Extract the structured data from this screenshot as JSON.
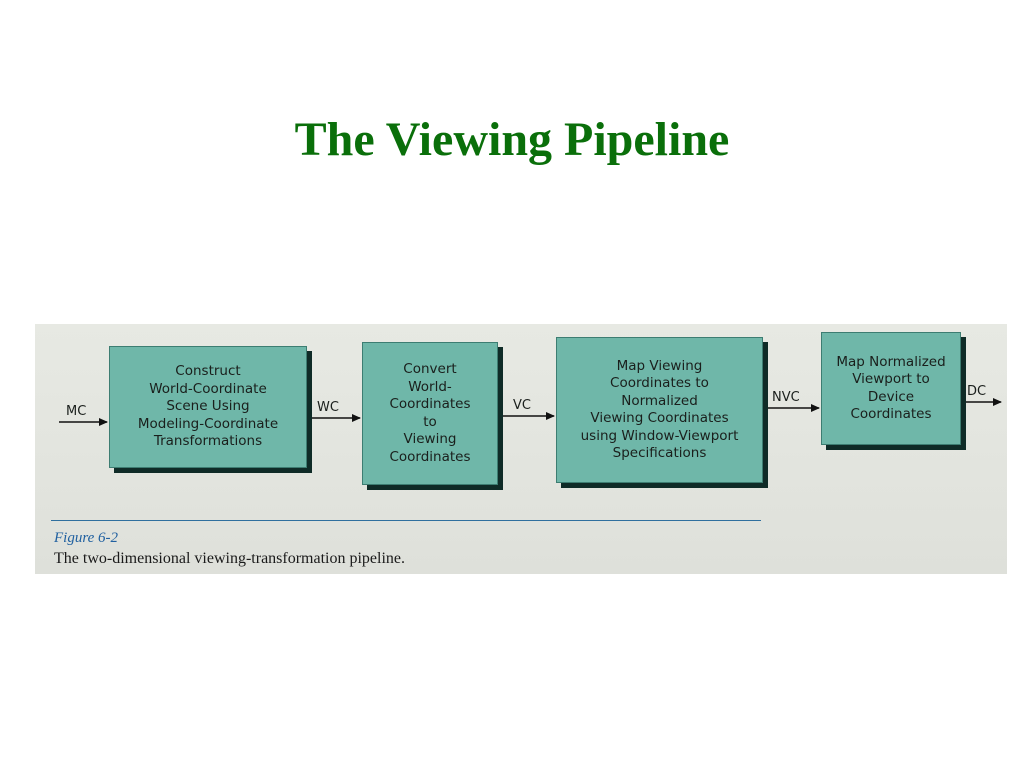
{
  "slide": {
    "title": "The Viewing Pipeline",
    "title_color": "#0a6f0a"
  },
  "diagram": {
    "box_color": "#6fb7a9",
    "shadow_color": "#0f2b27",
    "stages": [
      "Construct\nWorld-Coordinate\nScene Using\nModeling-Coordinate\nTransformations",
      "Convert\nWorld-\nCoordinates\nto\nViewing\nCoordinates",
      "Map Viewing\nCoordinates to\nNormalized\nViewing Coordinates\nusing Window-Viewport\nSpecifications",
      "Map Normalized\nViewport to\nDevice\nCoordinates"
    ],
    "flows": [
      "MC",
      "WC",
      "VC",
      "NVC",
      "DC"
    ]
  },
  "figure": {
    "number": "Figure 6-2",
    "caption": "The two-dimensional viewing-transformation pipeline.",
    "number_color": "#2060a0",
    "rule_color": "#2f6f9e"
  }
}
